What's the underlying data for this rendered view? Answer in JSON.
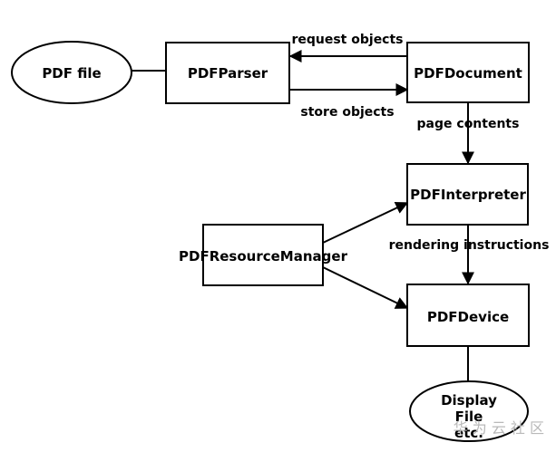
{
  "diagram": {
    "nodes": {
      "pdf_file": "PDF file",
      "pdf_parser": "PDFParser",
      "pdf_document": "PDFDocument",
      "pdf_interpreter": "PDFInterpreter",
      "pdf_resource_manager": "PDFResourceManager",
      "pdf_device": "PDFDevice",
      "display_line1": "Display",
      "display_line2": "File",
      "display_line3": "etc."
    },
    "edges": {
      "request_objects": "request objects",
      "store_objects": "store objects",
      "page_contents": "page contents",
      "rendering_instructions": "rendering instructions"
    }
  },
  "watermark": "华 为 云 社 区",
  "colors": {
    "stroke": "#000000",
    "background": "#ffffff",
    "watermark": "#b9b9b9"
  }
}
